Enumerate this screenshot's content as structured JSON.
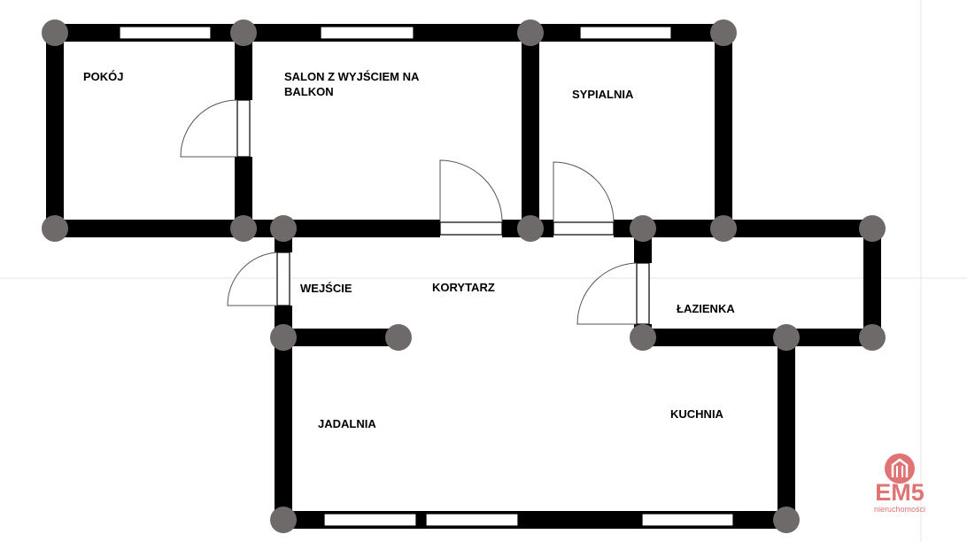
{
  "rooms": {
    "pokoj": "POKÓJ",
    "salon": "SALON Z WYJŚCIEM NA BALKON",
    "sypialnia": "SYPIALNIA",
    "wejscie": "WEJŚCIE",
    "korytarz": "KORYTARZ",
    "lazienka": "ŁAZIENKA",
    "jadalnia": "JADALNIA",
    "kuchnia": "KUCHNIA"
  },
  "logo": {
    "brand": "EM5",
    "tagline": "nieruchomości",
    "color": "#e07373"
  },
  "colors": {
    "wall": "#000000",
    "node": "#6e6a6a"
  }
}
